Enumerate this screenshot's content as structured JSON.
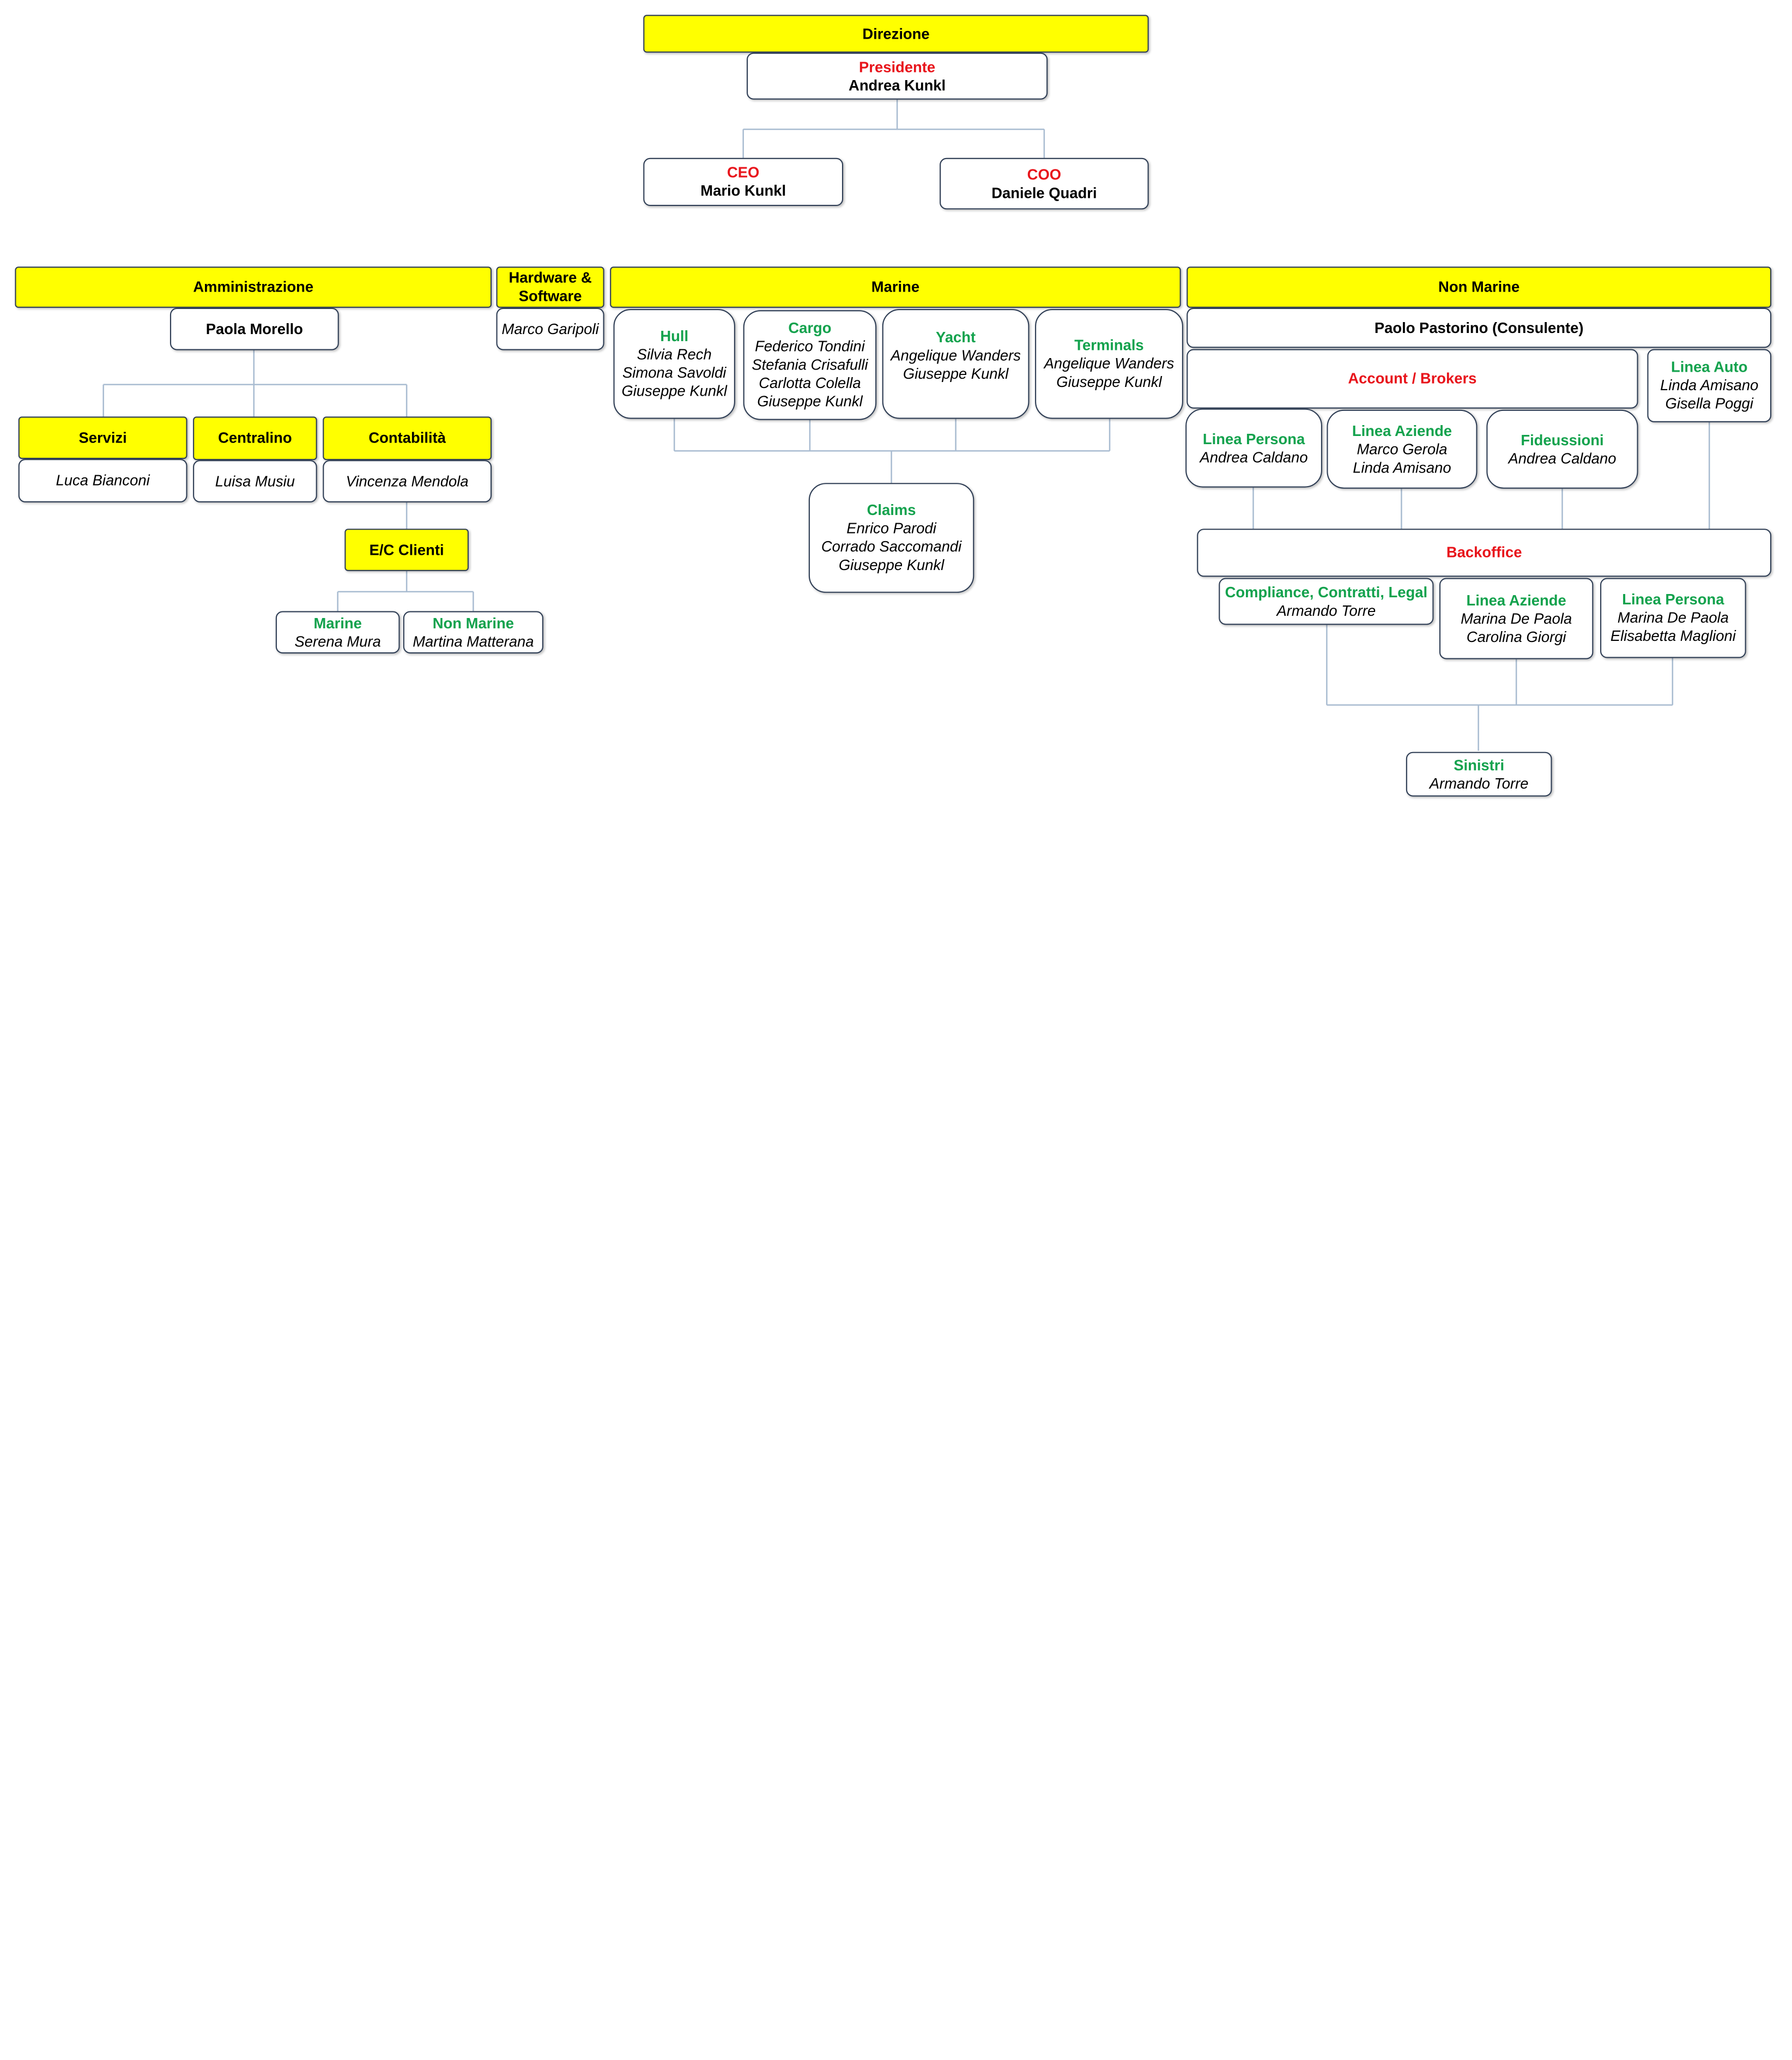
{
  "direzione": {
    "header": "Direzione",
    "presidente": {
      "role": "Presidente",
      "name": "Andrea Kunkl"
    },
    "ceo": {
      "role": "CEO",
      "name": "Mario Kunkl"
    },
    "coo": {
      "role": "COO",
      "name": "Daniele Quadri"
    }
  },
  "amministrazione": {
    "header": "Amministrazione",
    "head": "Paola Morello",
    "servizi": {
      "header": "Servizi",
      "person": "Luca Bianconi"
    },
    "centralino": {
      "header": "Centralino",
      "person": "Luisa Musiu"
    },
    "contabilita": {
      "header": "Contabilità",
      "person": "Vincenza Mendola"
    },
    "ec_clienti": {
      "header": "E/C Clienti",
      "marine": {
        "title": "Marine",
        "person": "Serena Mura"
      },
      "non_marine": {
        "title": "Non Marine",
        "person": "Martina Matterana"
      }
    }
  },
  "hardware": {
    "header": "Hardware & Software",
    "person": "Marco Garipoli"
  },
  "marine": {
    "header": "Marine",
    "hull": {
      "title": "Hull",
      "people": [
        "Silvia Rech",
        "Simona Savoldi",
        "Giuseppe Kunkl"
      ]
    },
    "cargo": {
      "title": "Cargo",
      "people": [
        "Federico Tondini",
        "Stefania Crisafulli",
        "Carlotta Colella",
        "Giuseppe Kunkl"
      ]
    },
    "yacht": {
      "title": "Yacht",
      "people": [
        "Angelique Wanders",
        "Giuseppe Kunkl"
      ]
    },
    "terminals": {
      "title": "Terminals",
      "people": [
        "Angelique Wanders",
        "Giuseppe Kunkl"
      ]
    },
    "claims": {
      "title": "Claims",
      "people": [
        "Enrico Parodi",
        "Corrado Saccomandi",
        "Giuseppe Kunkl"
      ]
    }
  },
  "non_marine": {
    "header": "Non Marine",
    "consulente": "Paolo Pastorino (Consulente)",
    "account_brokers": "Account / Brokers",
    "linea_auto": {
      "title": "Linea Auto",
      "people": [
        "Linda Amisano",
        "Gisella Poggi"
      ]
    },
    "linea_persona": {
      "title": "Linea Persona",
      "people": [
        "Andrea Caldano"
      ]
    },
    "linea_aziende": {
      "title": "Linea Aziende",
      "people": [
        "Marco Gerola",
        "Linda Amisano"
      ]
    },
    "fideussioni": {
      "title": "Fideussioni",
      "people": [
        "Andrea Caldano"
      ]
    },
    "backoffice": "Backoffice",
    "compliance": {
      "title": "Compliance, Contratti, Legal",
      "people": [
        "Armando Torre"
      ]
    },
    "bo_linea_aziende": {
      "title": "Linea Aziende",
      "people": [
        "Marina De Paola",
        "Carolina Giorgi"
      ]
    },
    "bo_linea_persona": {
      "title": "Linea Persona",
      "people": [
        "Marina De Paola",
        "Elisabetta Maglioni"
      ]
    },
    "sinistri": {
      "title": "Sinistri",
      "people": [
        "Armando Torre"
      ]
    }
  },
  "colors": {
    "header_fill": "#ffff00",
    "role_red": "#e8141b",
    "title_green": "#13a24d",
    "connector": "#a9bcd1",
    "border": "#2f3e55"
  }
}
